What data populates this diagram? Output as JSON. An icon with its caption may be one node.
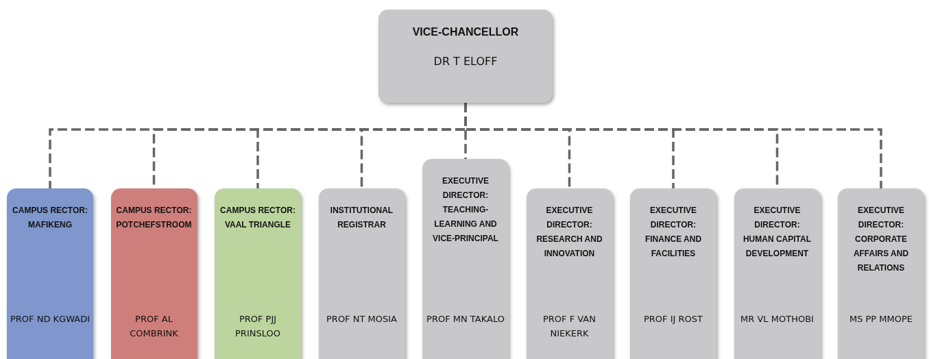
{
  "diagram": {
    "nodes": [
      {
        "text": [
          "VICE-CHANCELLOR",
          "DR T ELOFF"
        ]
      },
      {
        "text": [
          "CAMPUS RECTOR: MAFIKENG",
          "PROF ND KGWADI"
        ]
      },
      {
        "text": [
          "CAMPUS RECTOR: POTCHEFSTROOM",
          "PROF AL COMBRINK"
        ]
      },
      {
        "text": [
          "CAMPUS RECTOR: VAAL TRIANGLE",
          "PROF PJJ PRINSLOO"
        ]
      },
      {
        "text": [
          "INSTITUTIONAL REGISTRAR",
          "PROF NT MOSIA"
        ]
      },
      {
        "text": [
          "EXECUTIVE DIRECTOR: TEACHING-LEARNING AND VICE-PRINCIPAL",
          "PROF MN TAKALO"
        ]
      },
      {
        "text": [
          "EXECUTIVE DIRECTOR: RESEARCH AND INNOVATION",
          "PROF F VAN NIEKERK"
        ]
      },
      {
        "text": [
          "EXECUTIVE DIRECTOR: FINANCE AND FACILITIES",
          "PROF IJ ROST"
        ]
      },
      {
        "text": [
          "EXECUTIVE DIRECTOR: HUMAN CAPITAL DEVELOPMENT",
          "MR VL MOTHOBI"
        ]
      },
      {
        "text": [
          "EXECUTIVE DIRECTOR: CORPORATE AFFAIRS AND RELATIONS",
          "MS PP MMOPE"
        ]
      }
    ],
    "edges": [
      {
        "from": 0,
        "to": 1,
        "arrow": "none",
        "style": "dashed"
      },
      {
        "from": 0,
        "to": 2,
        "arrow": "none",
        "style": "dashed"
      },
      {
        "from": 0,
        "to": 3,
        "arrow": "none",
        "style": "dashed"
      },
      {
        "from": 0,
        "to": 4,
        "arrow": "none",
        "style": "dashed"
      },
      {
        "from": 0,
        "to": 5,
        "arrow": "none",
        "style": "dashed"
      },
      {
        "from": 0,
        "to": 6,
        "arrow": "none",
        "style": "dashed"
      },
      {
        "from": 0,
        "to": 7,
        "arrow": "none",
        "style": "dashed"
      },
      {
        "from": 0,
        "to": 8,
        "arrow": "none",
        "style": "dashed"
      },
      {
        "from": 0,
        "to": 9,
        "arrow": "none",
        "style": "dashed"
      }
    ]
  }
}
